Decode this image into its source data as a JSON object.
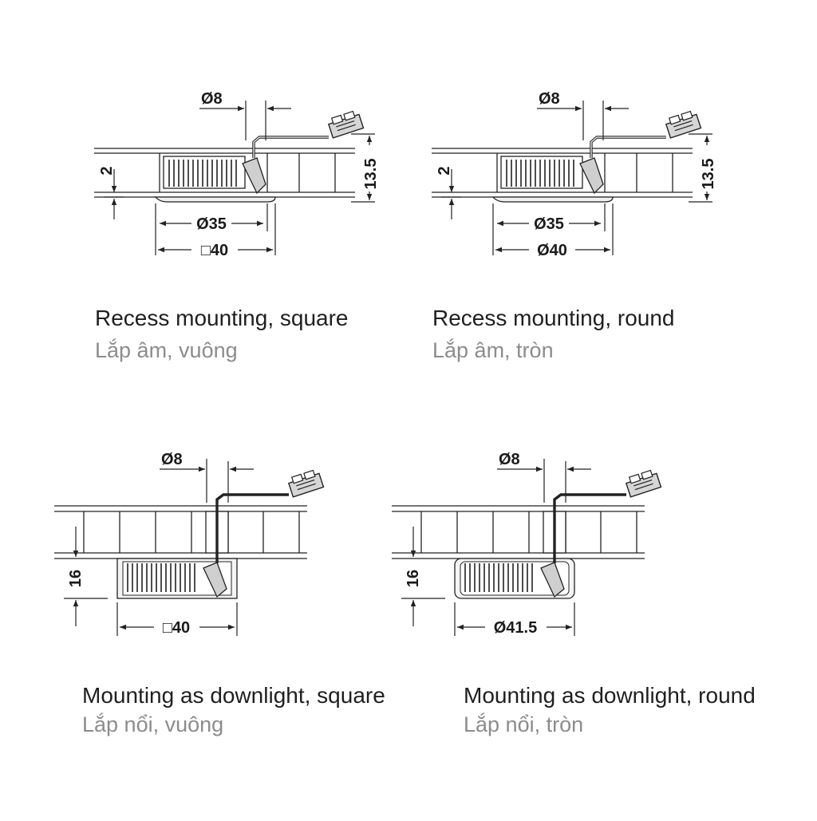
{
  "panels": [
    {
      "kind": "recess",
      "outer": "square",
      "caption_en": "Recess mounting, square",
      "caption_vi": "Lắp âm, vuông",
      "labels": {
        "pin": "Ø8",
        "side_small": "2",
        "side_height": "13.5",
        "inner": "Ø35",
        "outer": "□40"
      }
    },
    {
      "kind": "recess",
      "outer": "round",
      "caption_en": "Recess mounting, round",
      "caption_vi": "Lắp âm, tròn",
      "labels": {
        "pin": "Ø8",
        "side_small": "2",
        "side_height": "13.5",
        "inner": "Ø35",
        "outer": "Ø40"
      }
    },
    {
      "kind": "downlight",
      "outer": "square",
      "caption_en": "Mounting as downlight, square",
      "caption_vi": "Lắp nổi, vuông",
      "labels": {
        "pin": "Ø8",
        "side_height": "16",
        "outer": "□40"
      }
    },
    {
      "kind": "downlight",
      "outer": "round",
      "caption_en": "Mounting as downlight, round",
      "caption_vi": "Lắp nổi, tròn",
      "labels": {
        "pin": "Ø8",
        "side_height": "16",
        "outer": "Ø41.5"
      }
    }
  ],
  "colors": {
    "line": "#222222",
    "caption": "#1f1f1f",
    "caption_secondary": "#8c8c8c"
  }
}
